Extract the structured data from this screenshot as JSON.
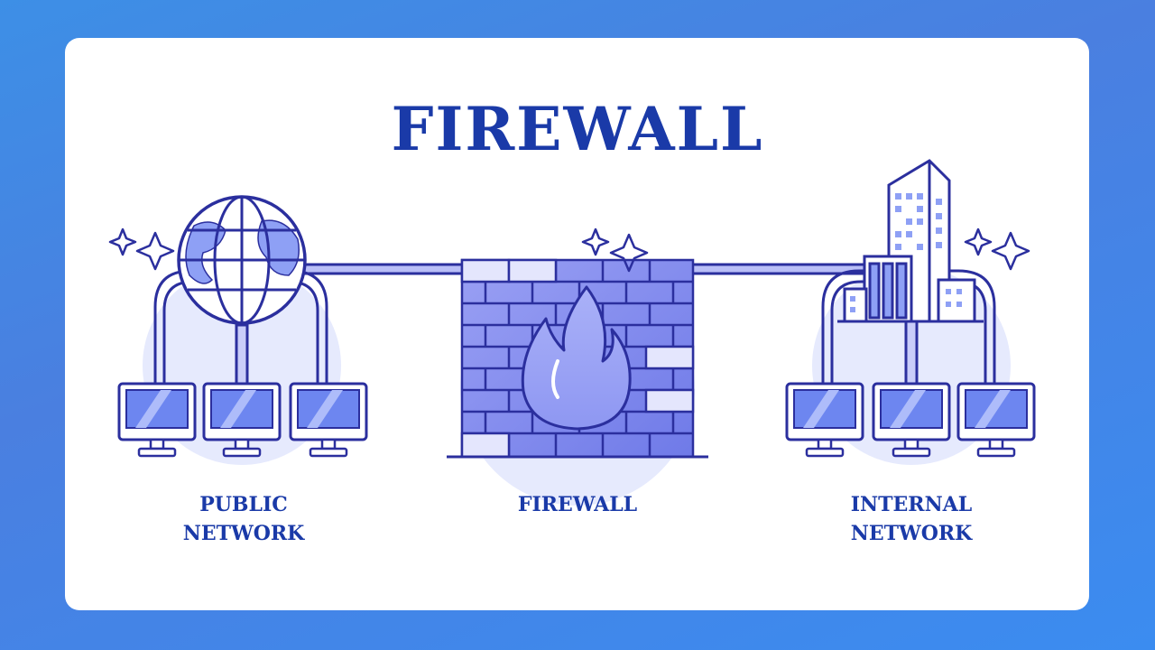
{
  "title": "FIREWALL",
  "sections": {
    "public": {
      "line1": "PUBLIC",
      "line2": "NETWORK"
    },
    "firewall": {
      "line1": "FIREWALL"
    },
    "internal": {
      "line1": "INTERNAL",
      "line2": "NETWORK"
    }
  },
  "colors": {
    "outline": "#2b2f9e",
    "screen": "#6d86f0",
    "brick_light": "#a6acf5",
    "brick_mid": "#8487ee",
    "halo": "#e4e8fc",
    "title": "#1a3aa8"
  },
  "icons": [
    "globe-icon",
    "brick-wall-icon",
    "flame-icon",
    "building-icon",
    "monitor-icon",
    "sparkle-icon"
  ]
}
